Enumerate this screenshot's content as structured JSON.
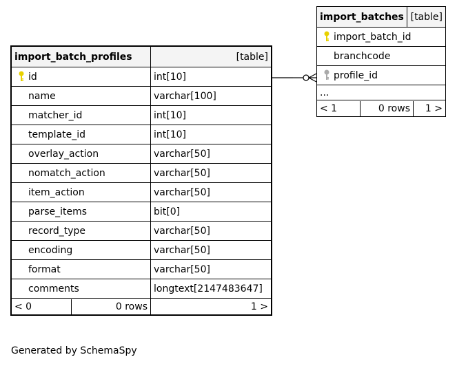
{
  "profiles": {
    "name": "import_batch_profiles",
    "kind": "[table]",
    "columns": [
      {
        "name": "id",
        "type": "int[10]",
        "key": "primary"
      },
      {
        "name": "name",
        "type": "varchar[100]",
        "key": ""
      },
      {
        "name": "matcher_id",
        "type": "int[10]",
        "key": ""
      },
      {
        "name": "template_id",
        "type": "int[10]",
        "key": ""
      },
      {
        "name": "overlay_action",
        "type": "varchar[50]",
        "key": ""
      },
      {
        "name": "nomatch_action",
        "type": "varchar[50]",
        "key": ""
      },
      {
        "name": "item_action",
        "type": "varchar[50]",
        "key": ""
      },
      {
        "name": "parse_items",
        "type": "bit[0]",
        "key": ""
      },
      {
        "name": "record_type",
        "type": "varchar[50]",
        "key": ""
      },
      {
        "name": "encoding",
        "type": "varchar[50]",
        "key": ""
      },
      {
        "name": "format",
        "type": "varchar[50]",
        "key": ""
      },
      {
        "name": "comments",
        "type": "longtext[2147483647]",
        "key": ""
      }
    ],
    "footer": {
      "parents": "< 0",
      "rows": "0 rows",
      "children": "1 >"
    }
  },
  "batches": {
    "name": "import_batches",
    "kind": "[table]",
    "columns": [
      {
        "name": "import_batch_id",
        "key": "primary"
      },
      {
        "name": "branchcode",
        "key": ""
      },
      {
        "name": "profile_id",
        "key": "foreign"
      }
    ],
    "more": "...",
    "footer": {
      "parents": "< 1",
      "rows": "0 rows",
      "children": "1 >"
    }
  },
  "generated_by": "Generated by SchemaSpy",
  "colors": {
    "primary_key": "#e8d100",
    "foreign_key": "#aaaaaa",
    "header_bg": "#f4f4f4"
  }
}
